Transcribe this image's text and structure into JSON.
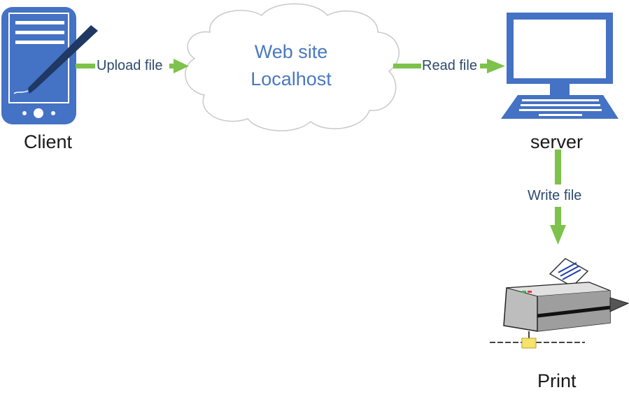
{
  "nodes": {
    "client": {
      "label": "Client",
      "icon": "tablet-stylus-icon"
    },
    "website": {
      "label_line1": "Web site",
      "label_line2": "Localhost",
      "icon": "cloud-icon"
    },
    "server": {
      "label": "server",
      "icon": "laptop-icon"
    },
    "printer": {
      "label": "Print",
      "icon": "printer-icon"
    }
  },
  "edges": [
    {
      "from": "client",
      "to": "website",
      "label": "Upload file"
    },
    {
      "from": "website",
      "to": "server",
      "label": "Read file"
    },
    {
      "from": "server",
      "to": "printer",
      "label": "Write file"
    }
  ],
  "colors": {
    "arrow": "#7dc24b",
    "device_blue": "#4472c4",
    "cloud_stroke": "#c9c9c9",
    "text_dark": "#1a1a1a",
    "edge_text": "#2c4a6e",
    "cloud_text": "#4a78c2"
  }
}
